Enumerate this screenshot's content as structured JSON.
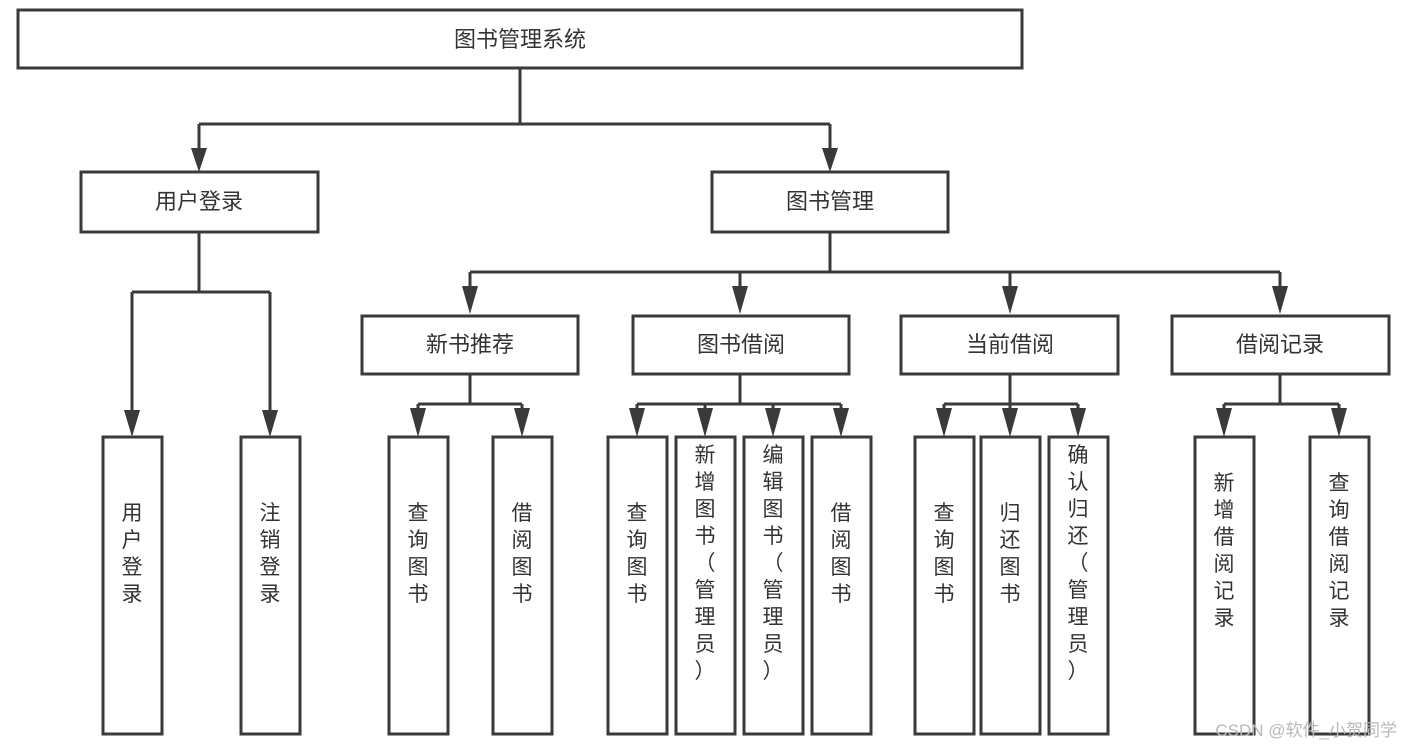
{
  "diagram": {
    "type": "tree",
    "title": "图书管理系统",
    "root": {
      "id": "root",
      "label": "图书管理系统",
      "orientation": "horizontal"
    },
    "level2": [
      {
        "id": "user-login",
        "label": "用户登录",
        "orientation": "horizontal"
      },
      {
        "id": "book-manage",
        "label": "图书管理",
        "orientation": "horizontal"
      }
    ],
    "level3": [
      {
        "id": "new-book-recommend",
        "label": "新书推荐",
        "parent": "book-manage",
        "orientation": "horizontal"
      },
      {
        "id": "book-borrow",
        "label": "图书借阅",
        "parent": "book-manage",
        "orientation": "horizontal"
      },
      {
        "id": "current-borrow",
        "label": "当前借阅",
        "parent": "book-manage",
        "orientation": "horizontal"
      },
      {
        "id": "borrow-record",
        "label": "借阅记录",
        "parent": "book-manage",
        "orientation": "horizontal"
      }
    ],
    "leaves": [
      {
        "id": "leaf-user-login",
        "label": "用户登录",
        "parent": "user-login",
        "orientation": "vertical"
      },
      {
        "id": "leaf-user-logout",
        "label": "注销登录",
        "parent": "user-login",
        "orientation": "vertical"
      },
      {
        "id": "leaf-query-book-1",
        "label": "查询图书",
        "parent": "new-book-recommend",
        "orientation": "vertical"
      },
      {
        "id": "leaf-borrow-book-1",
        "label": "借阅图书",
        "parent": "new-book-recommend",
        "orientation": "vertical"
      },
      {
        "id": "leaf-query-book-2",
        "label": "查询图书",
        "parent": "book-borrow",
        "orientation": "vertical"
      },
      {
        "id": "leaf-add-book",
        "label": "新增图书（管理员）",
        "parent": "book-borrow",
        "orientation": "vertical"
      },
      {
        "id": "leaf-edit-book",
        "label": "编辑图书（管理员）",
        "parent": "book-borrow",
        "orientation": "vertical"
      },
      {
        "id": "leaf-borrow-book-2",
        "label": "借阅图书",
        "parent": "book-borrow",
        "orientation": "vertical"
      },
      {
        "id": "leaf-query-book-3",
        "label": "查询图书",
        "parent": "current-borrow",
        "orientation": "vertical"
      },
      {
        "id": "leaf-return-book",
        "label": "归还图书",
        "parent": "current-borrow",
        "orientation": "vertical"
      },
      {
        "id": "leaf-confirm-return",
        "label": "确认归还（管理员）",
        "parent": "current-borrow",
        "orientation": "vertical"
      },
      {
        "id": "leaf-add-record",
        "label": "新增借阅记录",
        "parent": "borrow-record",
        "orientation": "vertical"
      },
      {
        "id": "leaf-query-record",
        "label": "查询借阅记录",
        "parent": "borrow-record",
        "orientation": "vertical"
      }
    ],
    "colors": {
      "box_fill": "#ffffff",
      "box_stroke": "#3a3a3a",
      "text": "#333333",
      "background": "#ffffff",
      "watermark": "#b9b9b9"
    }
  },
  "watermark": {
    "text": "CSDN @软件_小贺同学"
  }
}
